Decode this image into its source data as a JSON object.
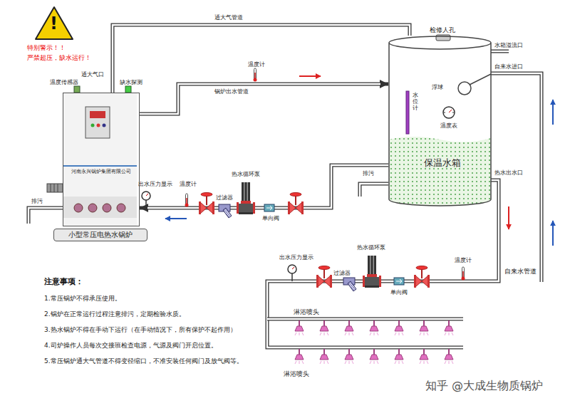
{
  "diagram": {
    "nodes": [
      {
        "text": [
          "河南永兴锅炉集团有限公司",
          "小型常压电热水锅炉"
        ]
      },
      {
        "text": [
          "保温水箱"
        ]
      }
    ],
    "edges": [
      {
        "from": 0,
        "to": 1,
        "label": "锅炉出水管道",
        "arrow": "to"
      },
      {
        "from": 1,
        "to": 0,
        "arrow": "to"
      },
      {
        "from": 0,
        "to": 1,
        "label": "通大气管道",
        "arrow": "none"
      }
    ],
    "labels": [
      "!",
      "特别警示！！",
      "严禁超压，缺水运行！",
      "通大气口",
      "温度传感器",
      "缺水探测",
      "温度计",
      "检修人孔",
      "水箱溢流口",
      "浮球",
      "自来水进口",
      "水位计",
      "温度表",
      "热水出水口",
      "排污",
      "排污",
      "出水压力显示",
      "温度计",
      "过滤器",
      "热水循环泵",
      "单向阀",
      "出水压力显示",
      "热水循环泵",
      "过滤器",
      "单向阀",
      "温度计",
      "自来水管道",
      "淋浴喷头",
      "淋浴喷头",
      "注意事项：",
      "1.常压锅炉不得承压使用。",
      "2.锅炉在正常运行过程注意排污，定期检验水质。",
      "3.热水锅炉不得在手动下运行（在手动情况下，所有保护不起作用）",
      "4.司炉操作人员每次交接班检查电源，气源及阀门开启位置。",
      "5.常压锅炉通大气管道不得变径缩口，不准安装任何阀门及放气阀等。",
      "知乎 @大成生物质锅炉"
    ]
  }
}
